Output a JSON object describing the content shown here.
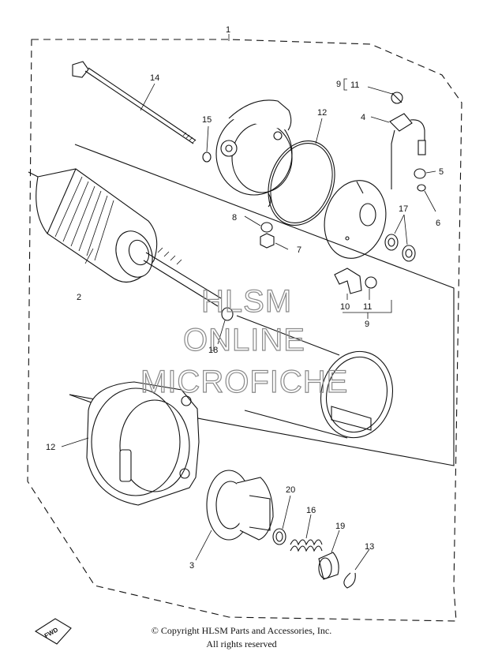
{
  "parts": [
    {
      "number": "1",
      "label": "1"
    },
    {
      "number": "2",
      "label": "2"
    },
    {
      "number": "3",
      "label": "3"
    },
    {
      "number": "4",
      "label": "4"
    },
    {
      "number": "5",
      "label": "5"
    },
    {
      "number": "6",
      "label": "6"
    },
    {
      "number": "7",
      "label": "7"
    },
    {
      "number": "8",
      "label": "8"
    },
    {
      "number": "9",
      "label": "9"
    },
    {
      "number": "10",
      "label": "10"
    },
    {
      "number": "11",
      "label": "11"
    },
    {
      "number": "12",
      "label": "12"
    },
    {
      "number": "13",
      "label": "13"
    },
    {
      "number": "14",
      "label": "14"
    },
    {
      "number": "15",
      "label": "15"
    },
    {
      "number": "16",
      "label": "16"
    },
    {
      "number": "17",
      "label": "17"
    },
    {
      "number": "18",
      "label": "18"
    },
    {
      "number": "19",
      "label": "19"
    },
    {
      "number": "20",
      "label": "20"
    }
  ],
  "extra_labels": {
    "nine_top": "9",
    "eleven_top": "11",
    "eleven_bottom": "11",
    "twelve_left": "12",
    "nine_bottom": "9"
  },
  "watermark": {
    "line1": "HLSM",
    "line2": "ONLINE",
    "line3": "MICROFICHE"
  },
  "fwd_badge": "FWD",
  "footer": {
    "copyright": "© Copyright HLSM Parts and Accessories, Inc.",
    "rights": "All rights reserved"
  },
  "colors": {
    "ink": "#111111",
    "watermark": "#8a8a8a",
    "background": "#ffffff"
  }
}
